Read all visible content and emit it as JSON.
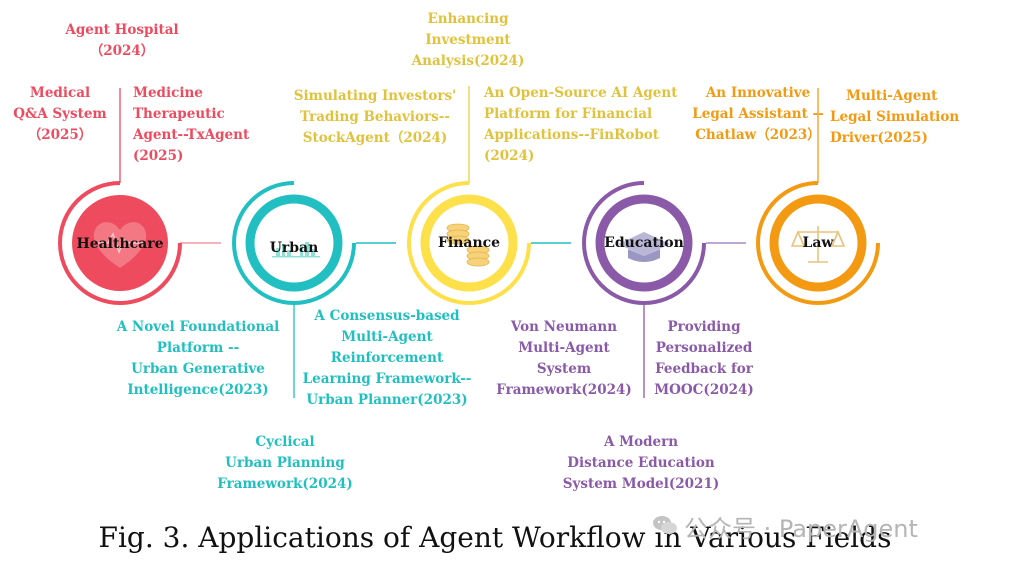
{
  "colors": {
    "healthcare": "#ee4b5f",
    "urban": "#21bfc2",
    "finance": "#fde04a",
    "education": "#8a5aa8",
    "law": "#f39a12"
  },
  "nodes": [
    {
      "id": "healthcare",
      "title": "Healthcare",
      "icon": "heart-pulse-icon"
    },
    {
      "id": "urban",
      "title": "Urban",
      "icon": "city-skyline-icon"
    },
    {
      "id": "finance",
      "title": "Finance",
      "icon": "coin-stack-icon"
    },
    {
      "id": "education",
      "title": "Education",
      "icon": "graduation-cap-icon"
    },
    {
      "id": "law",
      "title": "Law",
      "icon": "scales-of-justice-icon"
    }
  ],
  "labels": {
    "healthcare": {
      "agent_hospital": [
        "Agent Hospital",
        "（2024）"
      ],
      "medical_qa": [
        "Medical",
        "Q&A System",
        "（2025）"
      ],
      "txagent": [
        "Medicine",
        "Therapeutic",
        "Agent--TxAgent",
        "(2025)"
      ]
    },
    "urban": {
      "foundational_platform": [
        "A Novel Foundational",
        "Platform --",
        "Urban Generative",
        "Intelligence(2023)"
      ],
      "urban_planner": [
        "A Consensus-based",
        "Multi-Agent",
        "Reinforcement",
        "Learning Framework--",
        "Urban Planner(2023)"
      ],
      "cyclical": [
        "Cyclical",
        "Urban Planning",
        "Framework(2024)"
      ]
    },
    "finance": {
      "investment": [
        "Enhancing",
        "Investment",
        "Analysis(2024)"
      ],
      "stockagent": [
        "Simulating Investors'",
        "Trading Behaviors--",
        "StockAgent（2024)"
      ],
      "finrobot": [
        "An Open-Source AI Agent",
        "Platform for Financial",
        "Applications--FinRobot",
        "(2024)"
      ]
    },
    "education": {
      "von_neumann": [
        "Von Neumann",
        "Multi-Agent",
        "System",
        "Framework(2024)"
      ],
      "mooc": [
        "Providing",
        "Personalized",
        "Feedback for",
        "MOOC(2024)"
      ],
      "distance": [
        "A Modern",
        "Distance Education",
        "System Model(2021)"
      ]
    },
    "law": {
      "chatlaw": [
        "An Innovative",
        "Legal Assistant --",
        "Chatlaw（2023）"
      ],
      "driver": [
        "Multi-Agent",
        "Legal Simulation",
        "Driver(2025)"
      ]
    }
  },
  "caption": "Fig. 3. Applications of Agent Workflow in Various Fields",
  "watermark": "公众号 · PaperAgent"
}
